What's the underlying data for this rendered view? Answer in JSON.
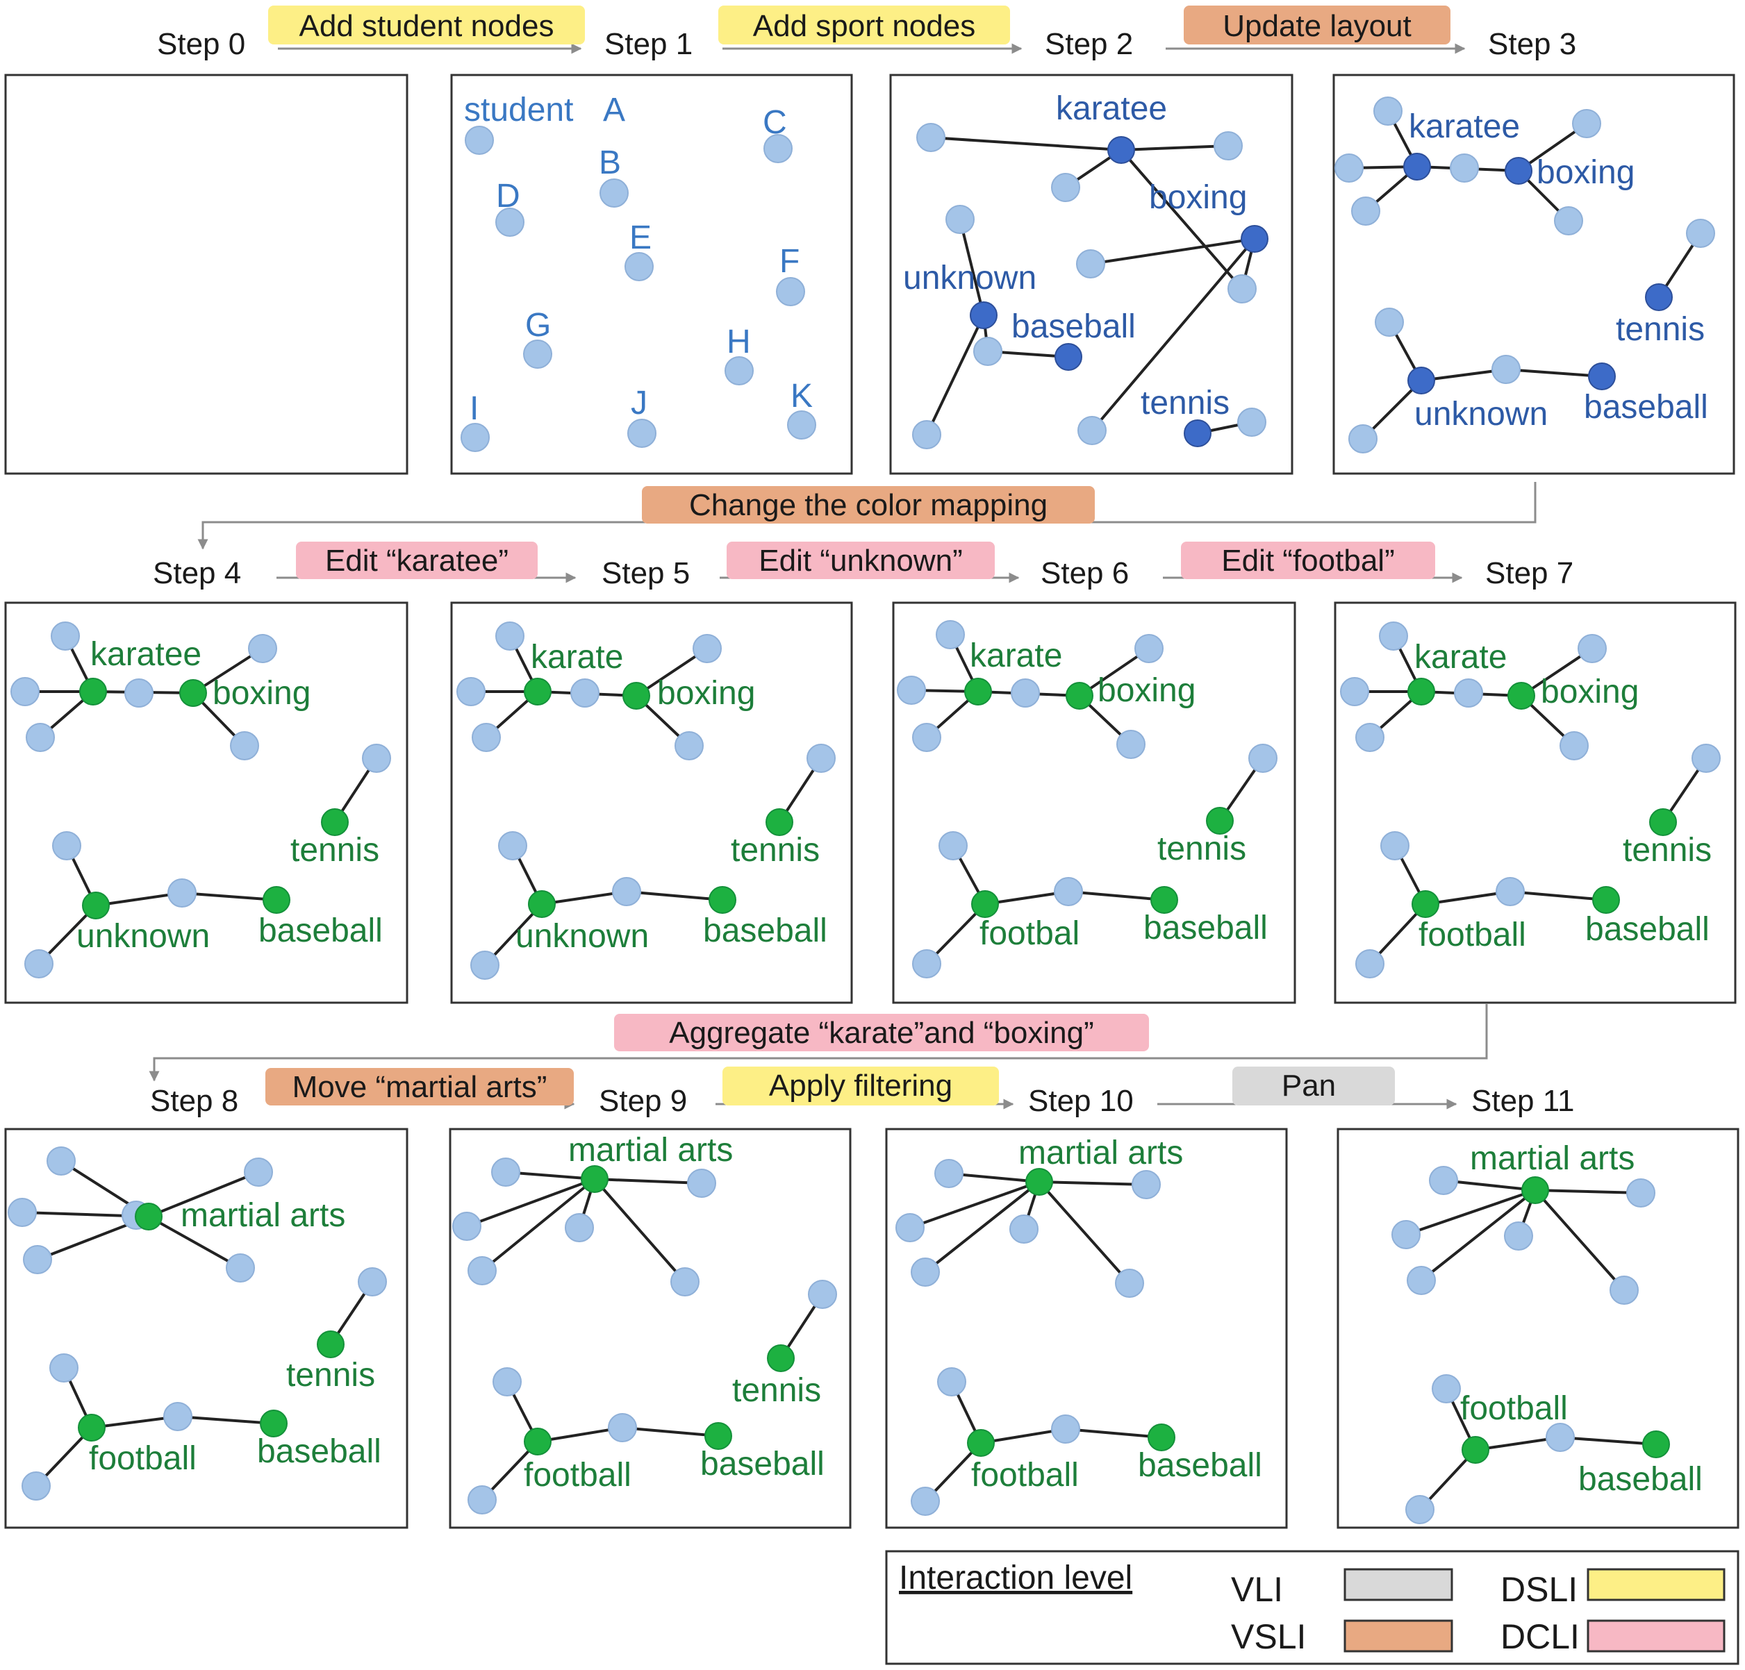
{
  "steps": [
    "Step 0",
    "Step 1",
    "Step 2",
    "Step 3",
    "Step 4",
    "Step 5",
    "Step 6",
    "Step 7",
    "Step 8",
    "Step 9",
    "Step 10",
    "Step 11"
  ],
  "actions": [
    {
      "label": "Add student nodes",
      "level": "DSLI"
    },
    {
      "label": "Add sport nodes",
      "level": "DSLI"
    },
    {
      "label": "Update layout",
      "level": "VSLI"
    },
    {
      "label": "Change the color mapping",
      "level": "VSLI"
    },
    {
      "label": "Edit “karatee”",
      "level": "DCLI"
    },
    {
      "label": "Edit “unknown”",
      "level": "DCLI"
    },
    {
      "label": "Edit “footbal”",
      "level": "DCLI"
    },
    {
      "label": "Aggregate “karate”and “boxing”",
      "level": "DCLI"
    },
    {
      "label": "Move “martial arts”",
      "level": "VSLI"
    },
    {
      "label": "Apply filtering",
      "level": "DSLI"
    },
    {
      "label": "Pan",
      "level": "VLI"
    }
  ],
  "node_labels": {
    "step1": [
      "student",
      "A",
      "B",
      "C",
      "D",
      "E",
      "F",
      "G",
      "H",
      "I",
      "J",
      "K"
    ],
    "step2": [
      "karatee",
      "boxing",
      "unknown",
      "baseball",
      "tennis"
    ],
    "step3": [
      "karatee",
      "boxing",
      "tennis",
      "unknown",
      "baseball"
    ],
    "step4": [
      "karatee",
      "boxing",
      "tennis",
      "unknown",
      "baseball"
    ],
    "step5": [
      "karate",
      "boxing",
      "tennis",
      "unknown",
      "baseball"
    ],
    "step6": [
      "karate",
      "boxing",
      "tennis",
      "footbal",
      "baseball"
    ],
    "step7": [
      "karate",
      "boxing",
      "tennis",
      "football",
      "baseball"
    ],
    "step8": [
      "martial arts",
      "tennis",
      "football",
      "baseball"
    ],
    "step9": [
      "martial arts",
      "tennis",
      "football",
      "baseball"
    ],
    "step10": [
      "martial arts",
      "football",
      "baseball"
    ],
    "step11": [
      "martial arts",
      "football",
      "baseball"
    ]
  },
  "legend": {
    "title": "Interaction level",
    "items": [
      {
        "label": "VLI",
        "color": "#d9d9d9"
      },
      {
        "label": "DSLI",
        "color": "#fdef86"
      },
      {
        "label": "VSLI",
        "color": "#e8a982"
      },
      {
        "label": "DCLI",
        "color": "#f7b8c4"
      }
    ]
  },
  "colors": {
    "student_node": "#a4c4e8",
    "sport_node_dark": "#3d6bc8",
    "sport_node_green": "#1db141",
    "blue_text": "#3a78c3",
    "dark_blue_text": "#2d5aa6",
    "green_text": "#1d7e3a",
    "DSLI": "#fdef86",
    "VSLI": "#e8a982",
    "DCLI": "#f7b8c4",
    "VLI": "#d9d9d9"
  }
}
